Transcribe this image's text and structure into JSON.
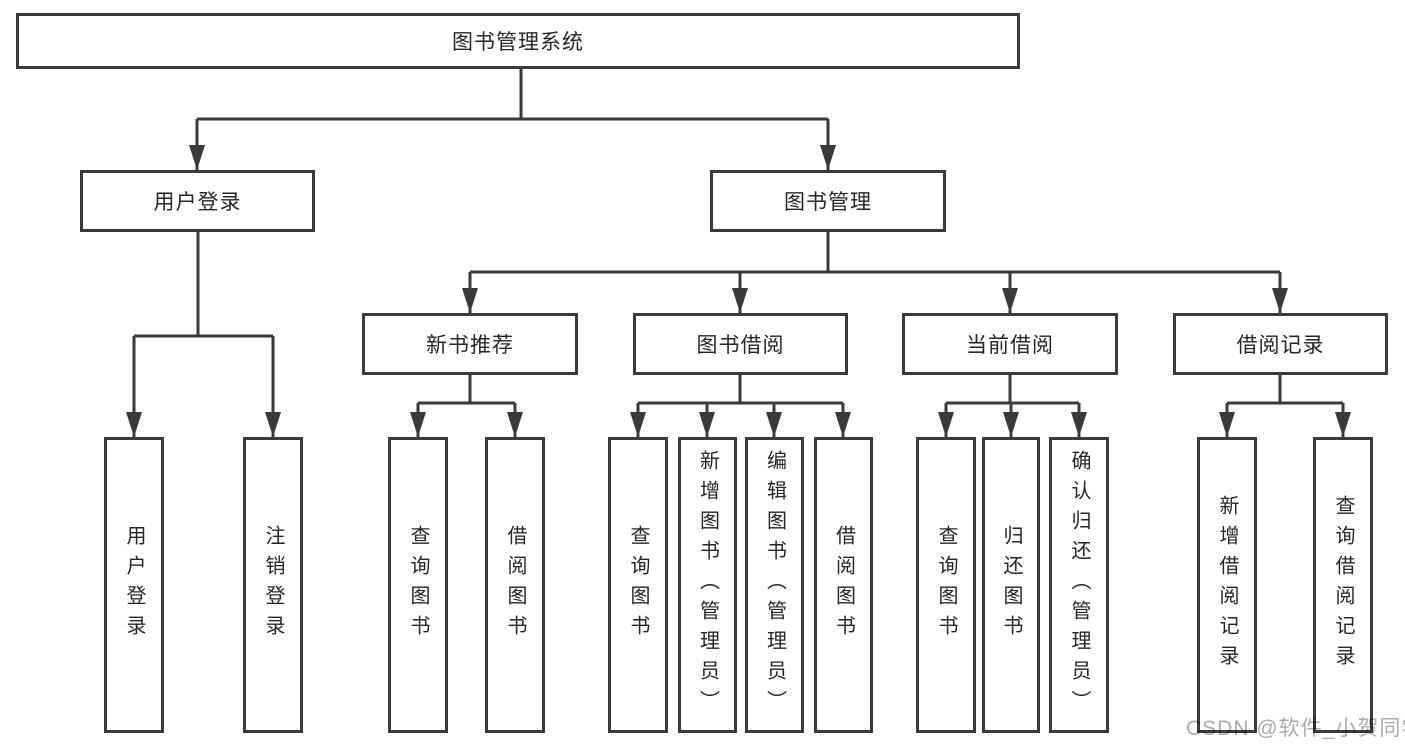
{
  "tree": {
    "label": "图书管理系统",
    "children": [
      {
        "label": "用户登录",
        "children": [
          {
            "label": "用户登录"
          },
          {
            "label": "注销登录"
          }
        ]
      },
      {
        "label": "图书管理",
        "children": [
          {
            "label": "新书推荐",
            "children": [
              {
                "label": "查询图书"
              },
              {
                "label": "借阅图书"
              }
            ]
          },
          {
            "label": "图书借阅",
            "children": [
              {
                "label": "查询图书"
              },
              {
                "label": "新增图书（管理员）"
              },
              {
                "label": "编辑图书（管理员）"
              },
              {
                "label": "借阅图书"
              }
            ]
          },
          {
            "label": "当前借阅",
            "children": [
              {
                "label": "查询图书"
              },
              {
                "label": "归还图书"
              },
              {
                "label": "确认归还（管理员）"
              }
            ]
          },
          {
            "label": "借阅记录",
            "children": [
              {
                "label": "新增借阅记录"
              },
              {
                "label": "查询借阅记录"
              }
            ]
          }
        ]
      }
    ]
  },
  "watermark": {
    "text": "CSDN @软件_小贺同学"
  },
  "colors": {
    "line": "#3a3a3a",
    "box_border": "#3a3a3a",
    "text": "#262626",
    "watermark": "#ababab",
    "background": "#ffffff"
  }
}
